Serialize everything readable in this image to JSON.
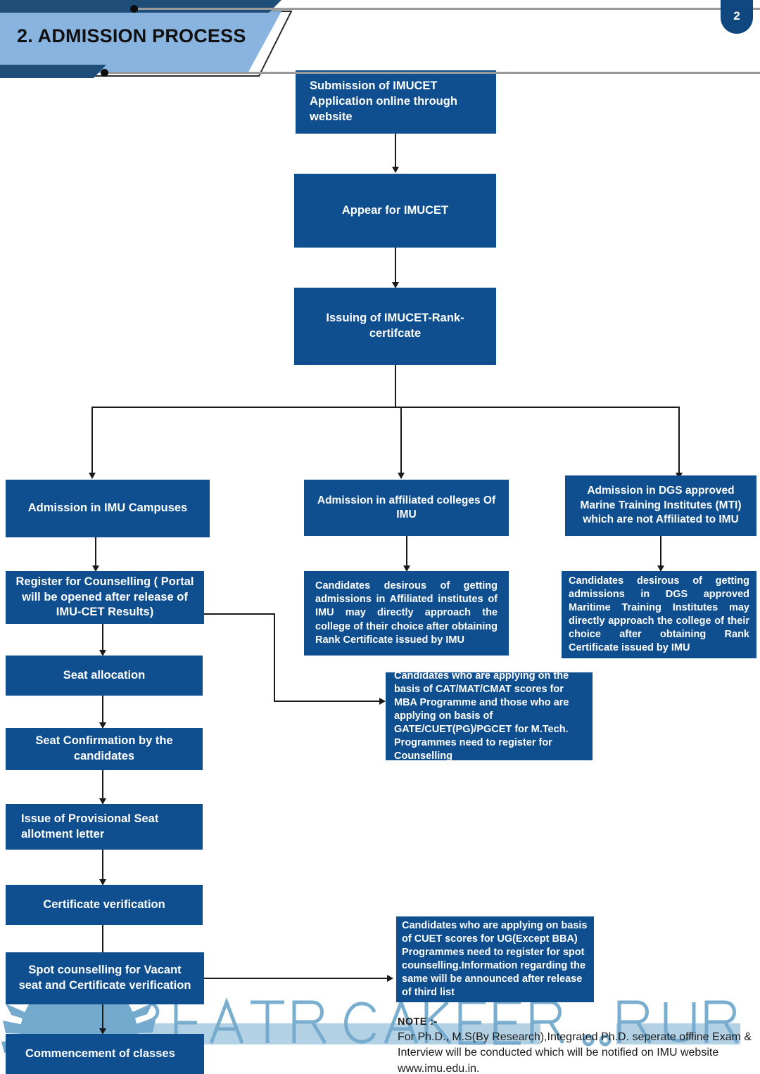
{
  "page": {
    "number": "2",
    "title": "2. ADMISSION PROCESS",
    "watermark": "SEATRACKER.RU"
  },
  "colors": {
    "box_blue": "#0f4e8f",
    "header_navy": "#1f4e79",
    "header_light_blue": "#8ab4e0",
    "badge_blue": "#10477f",
    "connector": "#1a1a1a",
    "watermark_blue": "#5b9bc4"
  },
  "chart_data": {
    "type": "flowchart",
    "title": "2. ADMISSION PROCESS",
    "nodes": [
      {
        "id": "n1",
        "label": "Submission of IMUCET Application online through website"
      },
      {
        "id": "n2",
        "label": "Appear for IMUCET"
      },
      {
        "id": "n3",
        "label": "Issuing of IMUCET-Rank-certifcate"
      },
      {
        "id": "n4",
        "label": "Admission in IMU Campuses"
      },
      {
        "id": "n5",
        "label": "Admission in affiliated colleges Of IMU"
      },
      {
        "id": "n6",
        "label": "Admission in DGS approved Marine Training Institutes (MTI) which are not Affiliated to IMU"
      },
      {
        "id": "n7",
        "label": "Register for Counselling ( Portal will be opened after release of IMU-CET Results)"
      },
      {
        "id": "n8",
        "label": "Seat allocation"
      },
      {
        "id": "n9",
        "label": "Seat Confirmation by the candidates"
      },
      {
        "id": "n10",
        "label": "Issue of Provisional Seat allotment letter"
      },
      {
        "id": "n11",
        "label": "Certificate verification"
      },
      {
        "id": "n12",
        "label": "Spot counselling for Vacant seat and Certificate verification"
      },
      {
        "id": "n13",
        "label": "Commencement of classes"
      },
      {
        "id": "n14",
        "label": "Candidates desirous of getting admissions in Affiliated institutes of IMU may directly approach the college of their choice after obtaining Rank Certificate issued by IMU"
      },
      {
        "id": "n15",
        "label": "Candidates desirous of getting admissions in DGS approved Maritime Training Institutes may directly approach the college of their choice after obtaining Rank Certificate issued by IMU"
      },
      {
        "id": "n16",
        "label": "Candidates who are applying on the basis of CAT/MAT/CMAT scores for MBA Programme and those who are applying on basis of GATE/CUET(PG)/PGCET for M.Tech. Programmes need to register for Counselling"
      },
      {
        "id": "n17",
        "label": "Candidates who are applying on basis of CUET scores for UG(Except BBA) Programmes need to register for spot counselling.Information regarding the same will be announced after release of third list"
      }
    ],
    "edges": [
      {
        "from": "n1",
        "to": "n2"
      },
      {
        "from": "n2",
        "to": "n3"
      },
      {
        "from": "n3",
        "to": "n4"
      },
      {
        "from": "n3",
        "to": "n5"
      },
      {
        "from": "n3",
        "to": "n6"
      },
      {
        "from": "n4",
        "to": "n7"
      },
      {
        "from": "n5",
        "to": "n14"
      },
      {
        "from": "n6",
        "to": "n15"
      },
      {
        "from": "n7",
        "to": "n8"
      },
      {
        "from": "n7",
        "to": "n16"
      },
      {
        "from": "n8",
        "to": "n9"
      },
      {
        "from": "n9",
        "to": "n10"
      },
      {
        "from": "n10",
        "to": "n11"
      },
      {
        "from": "n11",
        "to": "n12"
      },
      {
        "from": "n12",
        "to": "n13"
      },
      {
        "from": "n12",
        "to": "n17"
      }
    ]
  },
  "boxes": {
    "submission": "Submission of IMUCET Application online through website",
    "appear": "Appear for IMUCET",
    "issuing": "Issuing of IMUCET-Rank-certifcate",
    "admission_imu": "Admission in IMU Campuses",
    "admission_affiliated": "Admission in affiliated colleges Of IMU",
    "admission_dgs": "Admission in DGS approved Marine Training Institutes (MTI) which are not Affiliated to IMU",
    "register_counselling": "Register for Counselling ( Portal will be opened after release of IMU-CET Results)",
    "seat_allocation": "Seat allocation",
    "seat_confirmation": "Seat Confirmation by the candidates",
    "provisional_letter": "Issue of Provisional Seat allotment letter",
    "certificate_verification": "Certificate verification",
    "spot_counselling": "Spot counselling for Vacant seat and Certificate verification",
    "commencement": "Commencement of classes",
    "note_affiliated": "Candidates desirous of getting admissions in Affiliated institutes of IMU may directly approach the college of their choice after obtaining Rank Certificate issued by IMU",
    "note_dgs": "Candidates desirous of getting admissions in DGS approved Maritime Training Institutes may directly approach the college of their choice after obtaining Rank Certificate issued by IMU",
    "note_cat_mat": "Candidates who are applying on the basis of CAT/MAT/CMAT scores for MBA Programme and those who are applying on basis of GATE/CUET(PG)/PGCET for M.Tech. Programmes need to register for Counselling",
    "note_cuet": "Candidates who are applying on basis of CUET scores for UG(Except BBA) Programmes need to register for spot counselling.Information regarding the same will be announced after release of third list"
  },
  "note": {
    "label": "NOTE :-",
    "body": "For Ph.D., M.S(By Research),Integrated Ph.D. seperate offline Exam & Interview will be conducted which will be notified on IMU website www.imu.edu.in."
  }
}
